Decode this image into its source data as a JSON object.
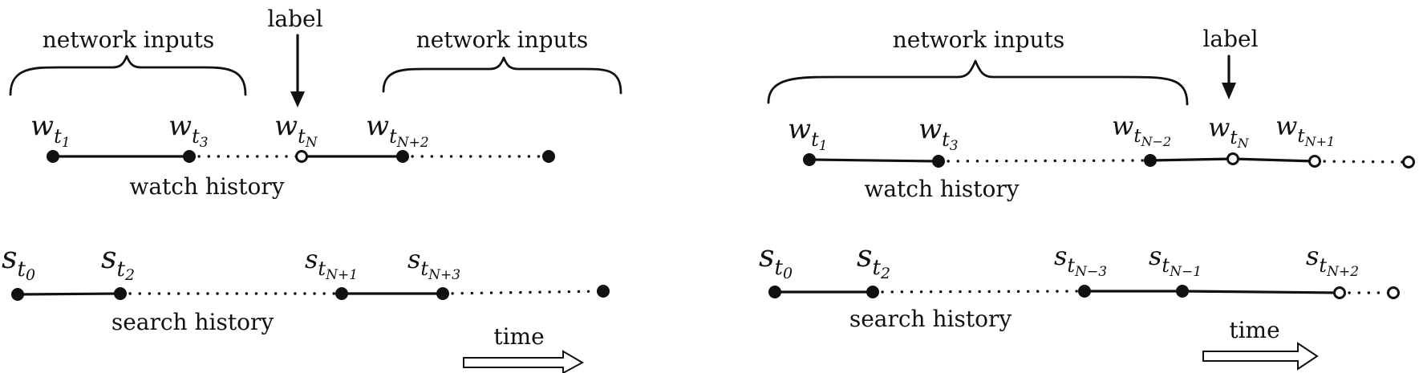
{
  "left_panel": {
    "inputs_left_label": "network inputs",
    "inputs_right_label": "network inputs",
    "label_text": "label",
    "watch_label": "watch history",
    "search_label": "search history",
    "time_label": "time",
    "watch_nodes": [
      {
        "base": "w",
        "sub": "t",
        "subsub": "1"
      },
      {
        "base": "w",
        "sub": "t",
        "subsub": "3"
      },
      {
        "base": "w",
        "sub": "t",
        "subsub": "N"
      },
      {
        "base": "w",
        "sub": "t",
        "subsub": "N+2"
      }
    ],
    "search_nodes": [
      {
        "base": "s",
        "sub": "t",
        "subsub": "0"
      },
      {
        "base": "s",
        "sub": "t",
        "subsub": "2"
      },
      {
        "base": "s",
        "sub": "t",
        "subsub": "N+1"
      },
      {
        "base": "s",
        "sub": "t",
        "subsub": "N+3"
      }
    ]
  },
  "right_panel": {
    "inputs_label": "network inputs",
    "label_text": "label",
    "watch_label": "watch history",
    "search_label": "search history",
    "time_label": "time",
    "watch_nodes": [
      {
        "base": "w",
        "sub": "t",
        "subsub": "1"
      },
      {
        "base": "w",
        "sub": "t",
        "subsub": "3"
      },
      {
        "base": "w",
        "sub": "t",
        "subsub": "N−2"
      },
      {
        "base": "w",
        "sub": "t",
        "subsub": "N"
      },
      {
        "base": "w",
        "sub": "t",
        "subsub": "N+1"
      }
    ],
    "search_nodes": [
      {
        "base": "s",
        "sub": "t",
        "subsub": "0"
      },
      {
        "base": "s",
        "sub": "t",
        "subsub": "2"
      },
      {
        "base": "s",
        "sub": "t",
        "subsub": "N−3"
      },
      {
        "base": "s",
        "sub": "t",
        "subsub": "N−1"
      },
      {
        "base": "s",
        "sub": "t",
        "subsub": "N+2"
      }
    ]
  }
}
